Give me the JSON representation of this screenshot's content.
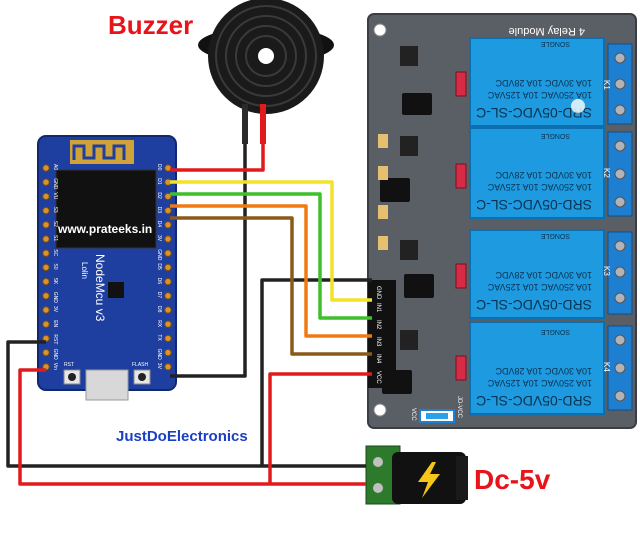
{
  "labels": {
    "buzzer": "Buzzer",
    "power": "Dc-5v",
    "credit": "JustDoElectronics",
    "url": "www.prateeks.in"
  },
  "nodemcu": {
    "name": "NodeMcu v3",
    "subtitle": "Lolin",
    "rst": "RST",
    "flash": "FLASH",
    "left_pins": [
      "A0",
      "GND",
      "VU",
      "S3",
      "S2",
      "S1",
      "SC",
      "S0",
      "SK",
      "GND",
      "3V",
      "EN",
      "RST",
      "GND",
      "Vin"
    ],
    "right_pins": [
      "D0",
      "D1",
      "D2",
      "D3",
      "D4",
      "3V",
      "GND",
      "D5",
      "D6",
      "D7",
      "D8",
      "RX",
      "TX",
      "GND",
      "3V"
    ]
  },
  "relay_module": {
    "title": "4 Relay Module",
    "relay_lines": [
      "SRD-05VDC-SL-C",
      "10A 250VAC  10A 125VAC",
      "10A  30VDC  10A 28VDC"
    ],
    "brand": "SONGLE",
    "channels": [
      "K1",
      "K2",
      "K3",
      "K4"
    ],
    "input_pins": [
      "GND",
      "IN1",
      "IN2",
      "IN3",
      "IN4",
      "VCC"
    ],
    "jumper_labels": [
      "VCC",
      "JD-VCC"
    ]
  },
  "colors": {
    "wire_red": "#e11b1b",
    "wire_black": "#222222",
    "wire_yellow": "#f2e32a",
    "wire_green": "#3fbf2a",
    "wire_orange": "#f07a12",
    "wire_brown": "#8a5a1c",
    "board_blue": "#1f3fa0",
    "relay_grey": "#555a62",
    "relay_blue": "#1e9ae0"
  }
}
